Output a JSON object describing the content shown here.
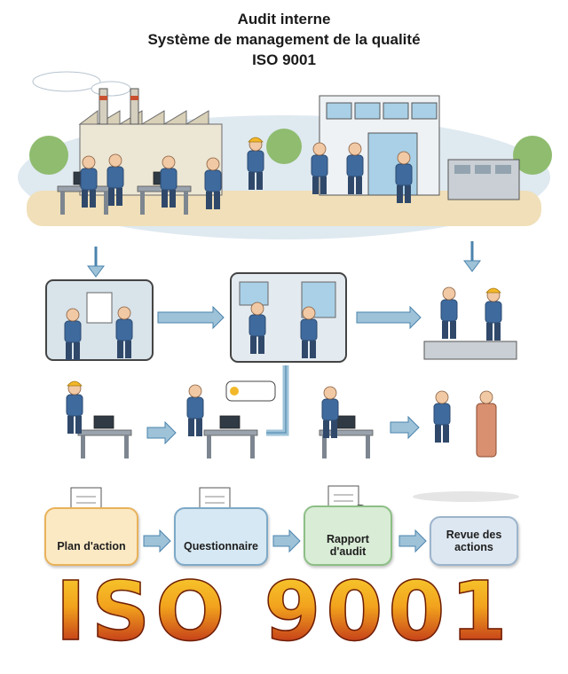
{
  "title": {
    "line1": "Audit interne",
    "line2": "Système de management de la qualité",
    "line3": "ISO 9001"
  },
  "steps": [
    {
      "label": "Plan d'action",
      "fill": "#fbe9c4",
      "border": "#e9b25a"
    },
    {
      "label": "Questionnaire",
      "fill": "#d6e8f3",
      "border": "#7ea9c8"
    },
    {
      "label": "Rapport d'audit",
      "fill": "#d9ecd6",
      "border": "#8dbf86"
    },
    {
      "label": "Revue des actions",
      "fill": "#dde7f1",
      "border": "#9bb4cc"
    }
  ],
  "banner": "ISO 9001",
  "colors": {
    "worker_uniform": "#3f6a9e",
    "arrow": "#9ec2d8",
    "arrow_stroke": "#4b84ad",
    "helmet": "#f2b82a"
  }
}
